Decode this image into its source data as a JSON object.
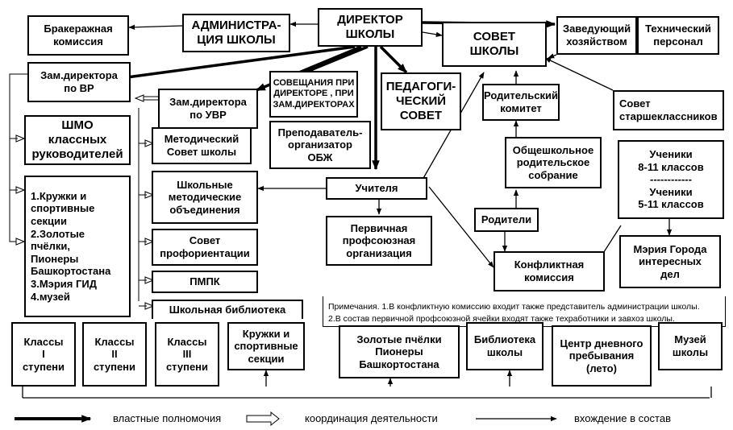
{
  "boxes": {
    "brak": "Бракеражная\nкомиссия",
    "admin": "АДМИНИСТРА-\nЦИЯ ШКОЛЫ",
    "director": "ДИРЕКТОР\nШКОЛЫ",
    "sovet": "СОВЕТ\nШКОЛЫ",
    "zav": "Заведующий\nхозяйством",
    "tech": "Технический\nперсонал",
    "zam_vr": "Зам.директора\nпо ВР",
    "sovesh": "СОВЕЩАНИЯ ПРИ\nДИРЕКТОРЕ , ПРИ\nЗАМ.ДИРЕКТОРАХ",
    "ped": "ПЕДАГОГИ-\nЧЕСКИЙ\nСОВЕТ",
    "rod_kom": "Родительский\nкомитет",
    "sovet_star": "Совет\nстаршеклассников",
    "zam_uvr": "Зам.директора\nпо УВР",
    "shmo": "ШМО\nклассных\nруководителей",
    "met_sovet": "Методический\nСовет школы",
    "prep": "Преподаватель-\nорганизатор\nОБЖ",
    "obsh": "Общешкольное\nродительское\nсобрание",
    "ucheniki": "Ученики\n8-11 классов\n------------\nУченики\n5-11 классов",
    "kruzhki_list": "1.Кружки и\nспортивные\nсекции\n2.Золотые\nпчёлки,\nПионеры\nБашкортостана\n3.Мэрия ГИД\n4.музей",
    "shk_mo": "Школьные\nметодические\nобъединения",
    "uchitelya": "Учителя",
    "roditeli": "Родители",
    "pervich": "Первичная\nпрофсоюзная\nорганизация",
    "meria": "Мэрия Города\nинтересных\nдел",
    "prof": "Совет\nпрофориентации",
    "konf": "Конфликтная\nкомиссия",
    "pmpk": "ПМПК",
    "bibl_top": "Школьная библиотека",
    "kl1": "Классы\nI\nступени",
    "kl2": "Классы\nII\nступени",
    "kl3": "Классы\nIII\nступени",
    "kruzhki": "Кружки и\nспортивные\nсекции",
    "zolotye": "Золотые пчёлки\nПионеры\nБашкортостана",
    "bibl": "Библиотека\nшколы",
    "centr": "Центр дневного\nпребывания\n(лето)",
    "muzei": "Музей\nшколы"
  },
  "notes": {
    "text": "Примечания. 1.В конфликтную комиссию входит также представитель администрации школы.\n2.В состав первичной профсоюзной ячейки входят также техработники и завхоз школы."
  },
  "legend": {
    "power": "властные полномочия",
    "coord": "координация деятельности",
    "member": "вхождение в состав"
  }
}
